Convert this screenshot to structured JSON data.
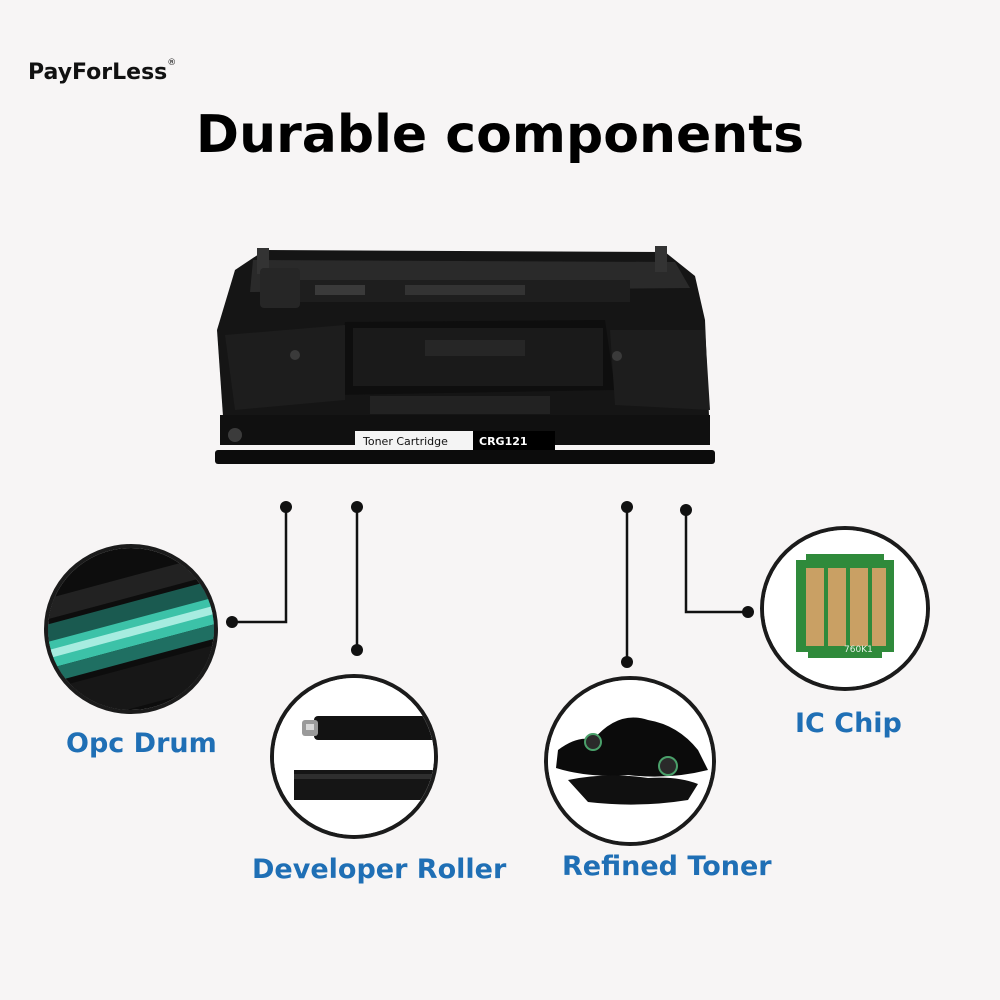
{
  "brand": "PayForLess",
  "brand_mark": "®",
  "title": "Durable components",
  "cartridge": {
    "label_left": "Toner Cartridge",
    "label_right": "CRG121"
  },
  "chip_code": "760K1",
  "components": {
    "opc_drum": "Opc Drum",
    "developer_roller": "Developer Roller",
    "refined_toner": "Refined Toner",
    "ic_chip": "IC Chip"
  },
  "colors": {
    "label_blue": "#1f6fb5",
    "line": "#111111",
    "drum_teal": "#3cc2a8",
    "chip_green": "#2f8a3b",
    "chip_gold": "#c9a064"
  }
}
